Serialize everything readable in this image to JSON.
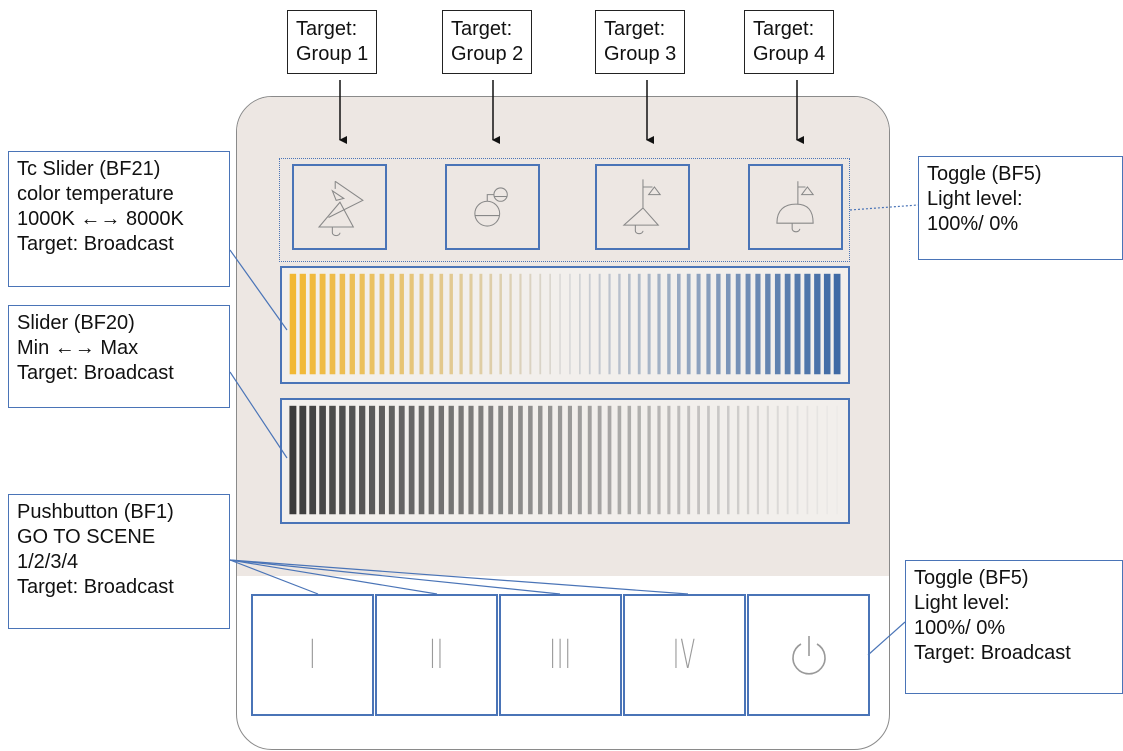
{
  "target_boxes": [
    {
      "line1": "Target:",
      "line2": "Group 1"
    },
    {
      "line1": "Target:",
      "line2": "Group 2"
    },
    {
      "line1": "Target:",
      "line2": "Group 3"
    },
    {
      "line1": "Target:",
      "line2": "Group 4"
    }
  ],
  "group_icons": [
    "lamp-group-1-icon",
    "lamp-group-2-icon",
    "lamp-group-3-icon",
    "lamp-group-4-icon"
  ],
  "notes": {
    "tc_slider": {
      "lines": [
        "Tc Slider (BF21)",
        "color temperature",
        "1000K ←→ 8000K",
        "Target: Broadcast"
      ]
    },
    "level_slider": {
      "lines": [
        "Slider (BF20)",
        "Min ←→ Max",
        "Target: Broadcast"
      ]
    },
    "pushbutton": {
      "lines": [
        "Pushbutton (BF1)",
        "GO TO SCENE",
        "1/2/3/4",
        "Target: Broadcast"
      ]
    },
    "toggle_groups": {
      "lines": [
        "Toggle (BF5)",
        "Light level:",
        "100%/ 0%"
      ]
    },
    "toggle_power": {
      "lines": [
        "Toggle (BF5)",
        "Light level:",
        "100%/ 0%",
        "Target: Broadcast"
      ]
    }
  },
  "scene_buttons": [
    "I",
    "II",
    "III",
    "IV"
  ],
  "power_icon": "power-icon",
  "colors": {
    "accent_blue": "#4a74b7",
    "warm": "#f2b833",
    "cool": "#3f6aa5",
    "dark": "#3b3b3b",
    "panel": "#ede7e3"
  }
}
